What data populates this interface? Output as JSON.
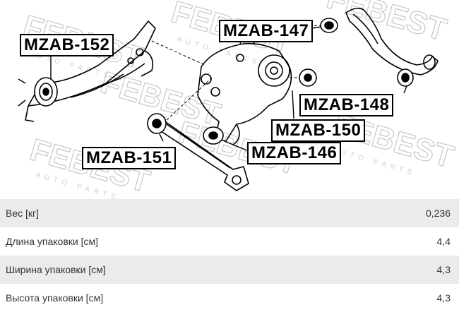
{
  "diagram": {
    "watermark_text": "FEBEST",
    "watermark_subtext": "AUTO PARTS",
    "parts": [
      "MZAB-152",
      "MZAB-147",
      "MZAB-148",
      "MZAB-150",
      "MZAB-151",
      "MZAB-146"
    ]
  },
  "specs": [
    {
      "label": "Вес [кг]",
      "value": "0,236"
    },
    {
      "label": "Длина упаковки [см]",
      "value": "4,4"
    },
    {
      "label": "Ширина упаковки [см]",
      "value": "4,3"
    },
    {
      "label": "Высота упаковки [см]",
      "value": "4,3"
    }
  ]
}
